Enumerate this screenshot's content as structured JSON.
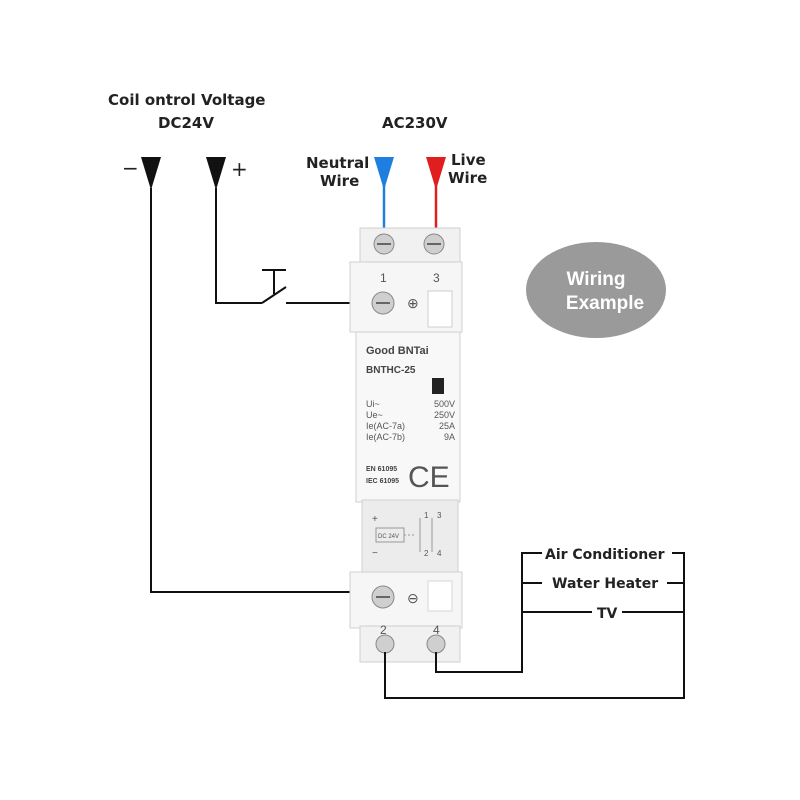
{
  "coil": {
    "title": "Coil ontrol Voltage",
    "voltage": "DC24V",
    "minus": "−",
    "plus": "+"
  },
  "ac": {
    "voltage": "AC230V",
    "neutral_line1": "Neutral",
    "neutral_line2": "Wire",
    "live_line1": "Live",
    "live_line2": "Wire"
  },
  "badge": {
    "line1": "Wiring",
    "line2": "Example"
  },
  "device": {
    "terminal_top_left": "1",
    "terminal_top_right": "3",
    "terminal_bottom_left": "2",
    "terminal_bottom_right": "4",
    "brand": "Good BNTai",
    "model": "BNTHC-25",
    "spec_labels": [
      "Ui~",
      "Ue~",
      "Ie(AC-7a)",
      "Ie(AC-7b)"
    ],
    "spec_values": [
      "500V",
      "250V",
      "25A",
      "9A"
    ],
    "standard1": "EN 61095",
    "standard2": "IEC 61095",
    "ce_mark": "CE",
    "schematic_plus": "+",
    "schematic_minus": "−",
    "schematic_voltage": "DC 24V",
    "schematic_nums": [
      "1",
      "3",
      "2",
      "4"
    ],
    "plus_symbol": "⊕",
    "minus_symbol": "⊖"
  },
  "loads": [
    "Air Conditioner",
    "Water Heater",
    "TV"
  ],
  "colors": {
    "neutral": "#1e7fe0",
    "live": "#e01e1e",
    "wire": "#111111",
    "badge": "#9a9a9a",
    "device": "#f4f4f4"
  }
}
